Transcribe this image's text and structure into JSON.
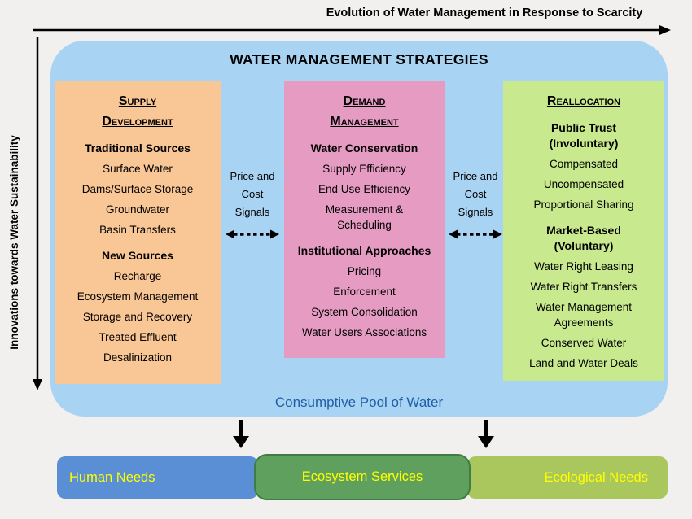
{
  "axes": {
    "top_label": "Evolution of Water Management in Response to Scarcity",
    "left_label": "Innovations towards Water Sustainability"
  },
  "panel": {
    "title": "WATER MANAGEMENT STRATEGIES",
    "footer": "Consumptive Pool of Water",
    "price_signal_label": "Price and\nCost\nSignals",
    "columns": [
      {
        "title": "Supply\nDevelopment",
        "color": "#f9c695",
        "sections": [
          {
            "heading": "Traditional Sources",
            "items": [
              "Surface Water",
              "Dams/Surface Storage",
              "Groundwater",
              "Basin Transfers"
            ]
          },
          {
            "heading": "New Sources",
            "items": [
              "Recharge",
              "Ecosystem Management",
              "Storage and Recovery",
              "Treated Effluent",
              "Desalinization"
            ]
          }
        ]
      },
      {
        "title": "Demand\nManagement",
        "color": "#e69bc3",
        "sections": [
          {
            "heading": "Water Conservation",
            "items": [
              "Supply Efficiency",
              "End Use Efficiency",
              "Measurement &\nScheduling"
            ]
          },
          {
            "heading": "Institutional Approaches",
            "items": [
              "Pricing",
              "Enforcement",
              "System Consolidation",
              "Water Users Associations"
            ]
          }
        ]
      },
      {
        "title": "Reallocation",
        "color": "#c8e98e",
        "sections": [
          {
            "heading": "Public Trust\n(Involuntary)",
            "items": [
              "Compensated",
              "Uncompensated",
              "Proportional Sharing"
            ]
          },
          {
            "heading": "Market-Based\n(Voluntary)",
            "items": [
              "Water Right Leasing",
              "Water Right Transfers",
              "Water Management\nAgreements",
              "Conserved Water",
              "Land and Water Deals"
            ]
          }
        ]
      }
    ]
  },
  "bottom": {
    "text_color": "#ffff00",
    "boxes": [
      {
        "label": "Human Needs",
        "color": "#5a8ed5"
      },
      {
        "label": "Ecosystem Services",
        "color": "#5fa05f"
      },
      {
        "label": "Ecological Needs",
        "color": "#aac75e"
      }
    ]
  },
  "colors": {
    "panel_background": "#a9d3f2",
    "footer_text": "#1e5fa9"
  }
}
